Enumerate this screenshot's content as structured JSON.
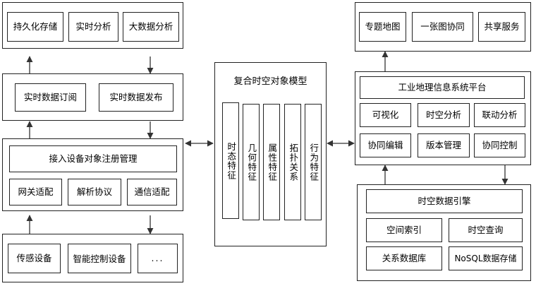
{
  "left": {
    "top_group": [
      "持久化存储",
      "实时分析",
      "大数据分析"
    ],
    "sub_group": [
      "实时数据订阅",
      "实时数据发布"
    ],
    "access_group": {
      "title": "接入设备对象注册管理",
      "items": [
        "网关适配",
        "解析协议",
        "通信适配"
      ]
    },
    "device_group": [
      "传感设备",
      "智能控制设备",
      "..."
    ]
  },
  "center": {
    "title": "复合时空对象模型",
    "features": [
      "时态特征",
      "几何特征",
      "属性特征",
      "拓扑关系",
      "行为特征"
    ]
  },
  "right": {
    "top_group": [
      "专题地图",
      "一张图协同",
      "共享服务"
    ],
    "platform": {
      "title": "工业地理信息系统平台",
      "items": [
        "可视化",
        "时空分析",
        "联动分析",
        "协同编辑",
        "版本管理",
        "协同控制"
      ]
    },
    "engine": {
      "title": "时空数据引擎",
      "items": [
        "空间索引",
        "时空查询",
        "关系数据库",
        "NoSQL数据存储"
      ]
    }
  }
}
